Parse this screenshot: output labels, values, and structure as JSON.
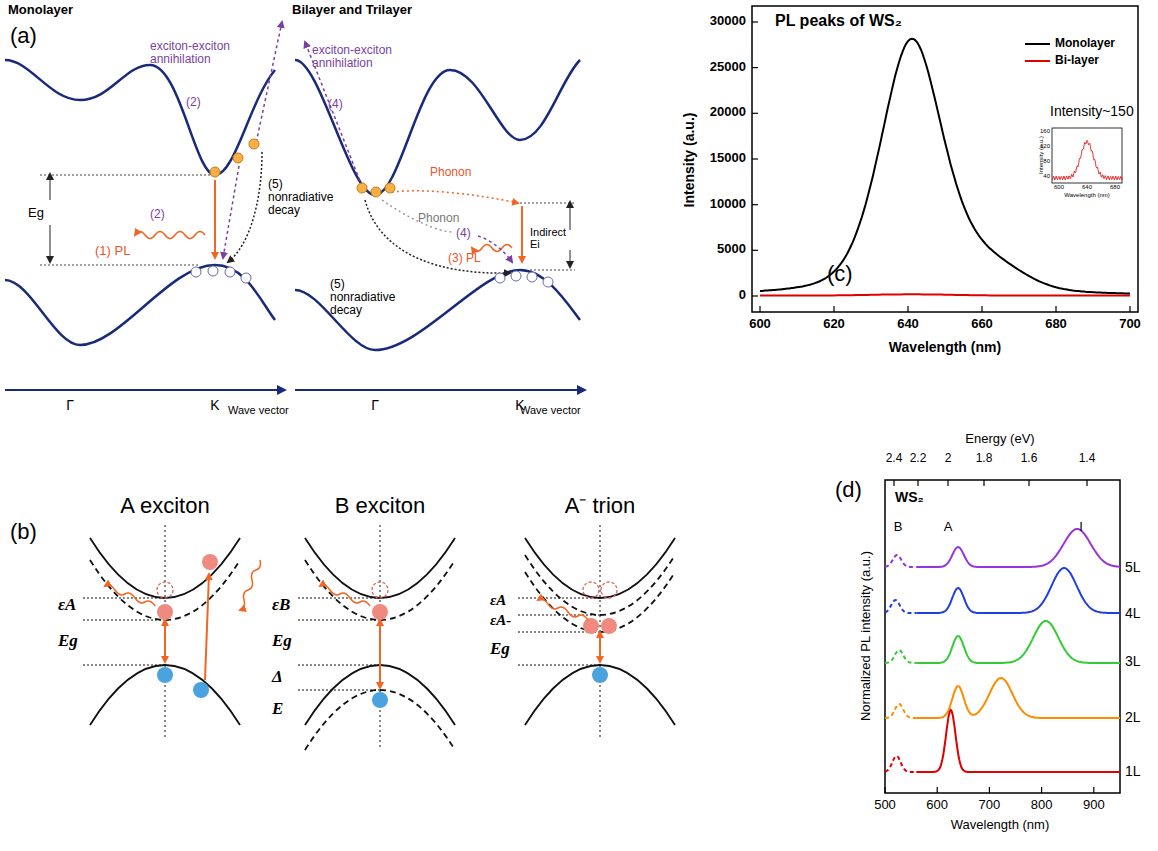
{
  "diagram": {
    "labels": [
      "Monolayer",
      "(a)",
      "Bilayer and Trilayer",
      "exciton-exciton annihilation",
      "(2)",
      "(2)",
      "(5) nonradiative decay",
      "Eg",
      "(1) PL",
      "Γ",
      "K",
      "Wave vector",
      "exciton-exciton annihilation",
      "(4)",
      "Phonon",
      "Phonon",
      "(4)",
      "(5) nonradiative decay",
      "Indirect Ei",
      "(3) PL",
      "Γ",
      "K",
      "Wave vector",
      "(b)",
      "A exciton",
      "B exciton",
      "A⁻ trion",
      "εA",
      "Eg",
      "εB",
      "Eg",
      "Δ",
      "E",
      "εA",
      "εA-",
      "Eg",
      "(c)",
      "PL peaks of WS₂",
      "Intensity~150",
      "Intensity (a.u.)",
      "Wavelength (nm)",
      "0",
      "5000",
      "10000",
      "15000",
      "20000",
      "25000",
      "30000",
      "600",
      "620",
      "640",
      "660",
      "680",
      "700",
      "Intensity (a.u.)",
      "Wavelength (nm)",
      "160",
      "120",
      "80",
      "40",
      "600",
      "640",
      "680",
      "Energy (eV)",
      "2.4",
      "2.2",
      "2",
      "1.8",
      "1.6",
      "1.4",
      "(d)",
      "WS₂",
      "B",
      "A",
      "I",
      "5L",
      "4L",
      "3L",
      "2L",
      "1L",
      "Normalized PL intensity (a.u.)",
      "500",
      "600",
      "700",
      "800",
      "900",
      "Wavelength (nm)"
    ],
    "legend": [
      {
        "text": "Monolayer"
      },
      {
        "text": "Bi-layer"
      }
    ]
  }
}
